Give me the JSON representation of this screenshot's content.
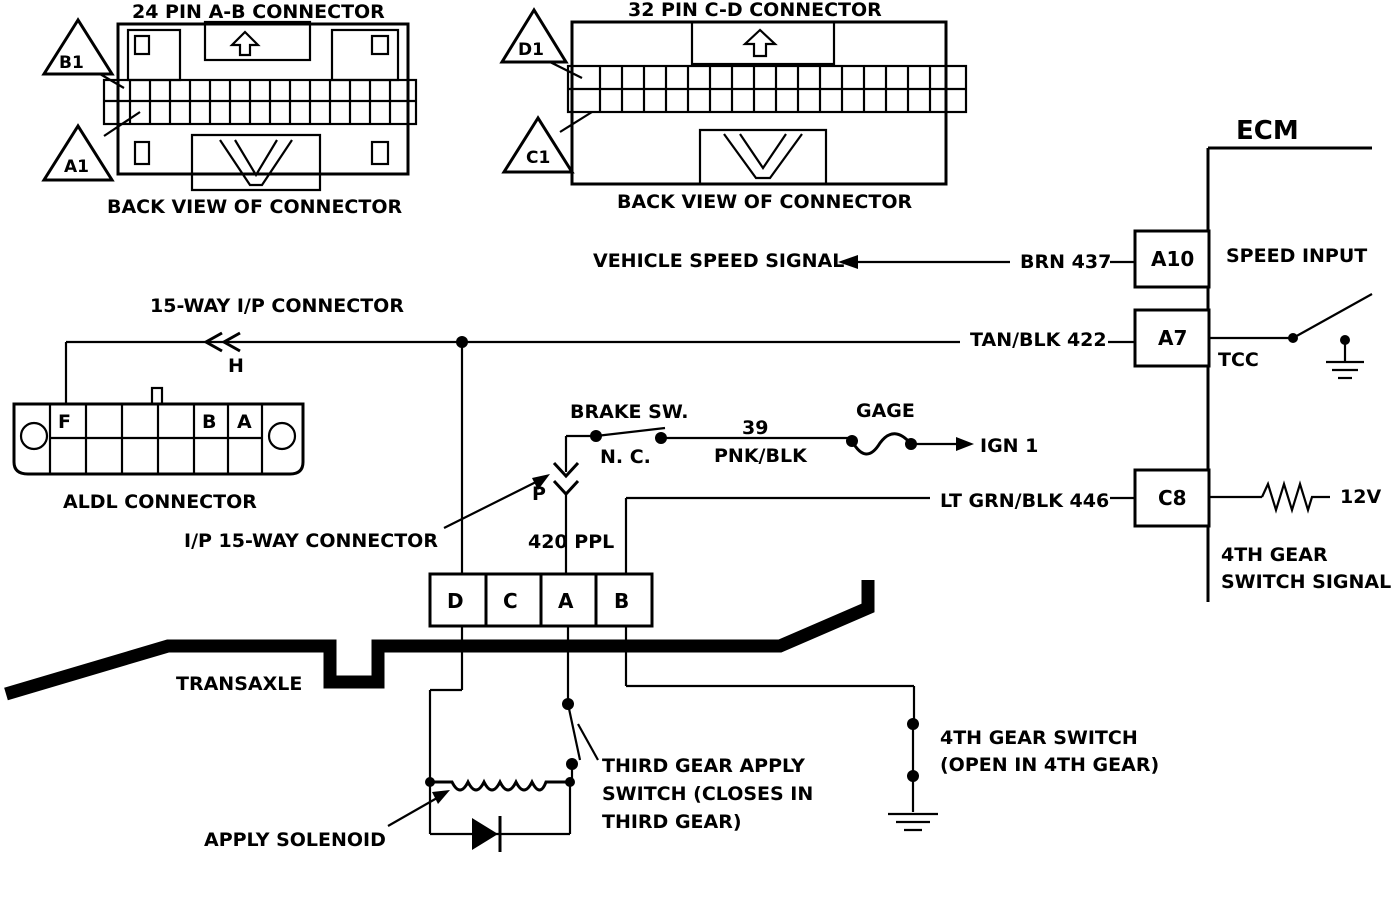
{
  "connectors": {
    "ab_title": "24 PIN A-B CONNECTOR",
    "cd_title": "32 PIN C-D CONNECTOR",
    "back_view": "BACK VIEW OF CONNECTOR",
    "ab_markers": [
      "B1",
      "A1"
    ],
    "cd_markers": [
      "D1",
      "C1"
    ]
  },
  "ecm": {
    "title": "ECM",
    "pins": [
      "A10",
      "A7",
      "C8"
    ],
    "speed_input": "SPEED INPUT",
    "tcc": "TCC",
    "fourth_gear_signal_line1": "4TH GEAR",
    "fourth_gear_signal_line2": "SWITCH SIGNAL",
    "supply": "12V"
  },
  "wires": {
    "vehicle_speed_signal": "VEHICLE SPEED SIGNAL",
    "brn": "BRN 437",
    "tan_blk": "TAN/BLK 422",
    "lt_grn_blk": "LT GRN/BLK 446",
    "circuit_39": "39",
    "pnk_blk": "PNK/BLK",
    "ppl": "420 PPL"
  },
  "ip": {
    "fifteen_way": "15-WAY I/P CONNECTOR",
    "terminal_h": "H",
    "terminal_p": "P",
    "ip_fifteen_way": "I/P 15-WAY  CONNECTOR"
  },
  "aldl": {
    "label": "ALDL  CONNECTOR",
    "pins": [
      "F",
      "B",
      "A"
    ]
  },
  "brake": {
    "label": "BRAKE SW.",
    "nc": "N. C.",
    "gage": "GAGE",
    "ign": "IGN 1"
  },
  "transaxle": {
    "label": "TRANSAXLE",
    "pins": [
      "D",
      "C",
      "A",
      "B"
    ],
    "third_gear_line1": "THIRD GEAR APPLY",
    "third_gear_line2": "SWITCH  (CLOSES IN",
    "third_gear_line3": "THIRD GEAR)",
    "fourth_gear_line1": "4TH GEAR SWITCH",
    "fourth_gear_line2": "(OPEN IN 4TH GEAR)",
    "apply_solenoid": "APPLY SOLENOID"
  }
}
